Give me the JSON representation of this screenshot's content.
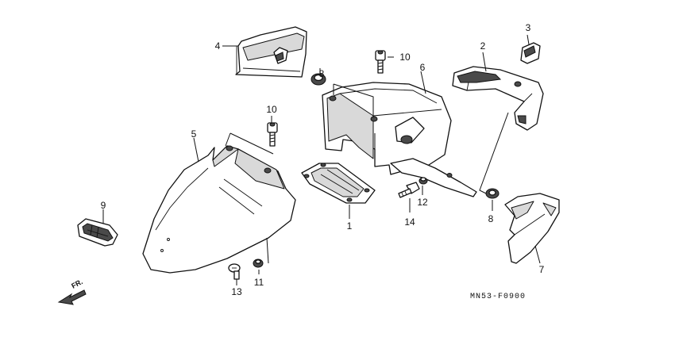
{
  "diagram": {
    "drawing_code": "MN53-F0900",
    "direction_label": "FR.",
    "callouts": [
      {
        "id": "c1",
        "text": "1"
      },
      {
        "id": "c2",
        "text": "2"
      },
      {
        "id": "c3",
        "text": "3"
      },
      {
        "id": "c4",
        "text": "4"
      },
      {
        "id": "c5",
        "text": "5"
      },
      {
        "id": "c6",
        "text": "6"
      },
      {
        "id": "c7",
        "text": "7"
      },
      {
        "id": "c8a",
        "text": "8"
      },
      {
        "id": "c8b",
        "text": "8"
      },
      {
        "id": "c9",
        "text": "9"
      },
      {
        "id": "c10a",
        "text": "10"
      },
      {
        "id": "c10b",
        "text": "10"
      },
      {
        "id": "c11",
        "text": "11"
      },
      {
        "id": "c12",
        "text": "12"
      },
      {
        "id": "c13",
        "text": "13"
      },
      {
        "id": "c14",
        "text": "14"
      }
    ]
  }
}
